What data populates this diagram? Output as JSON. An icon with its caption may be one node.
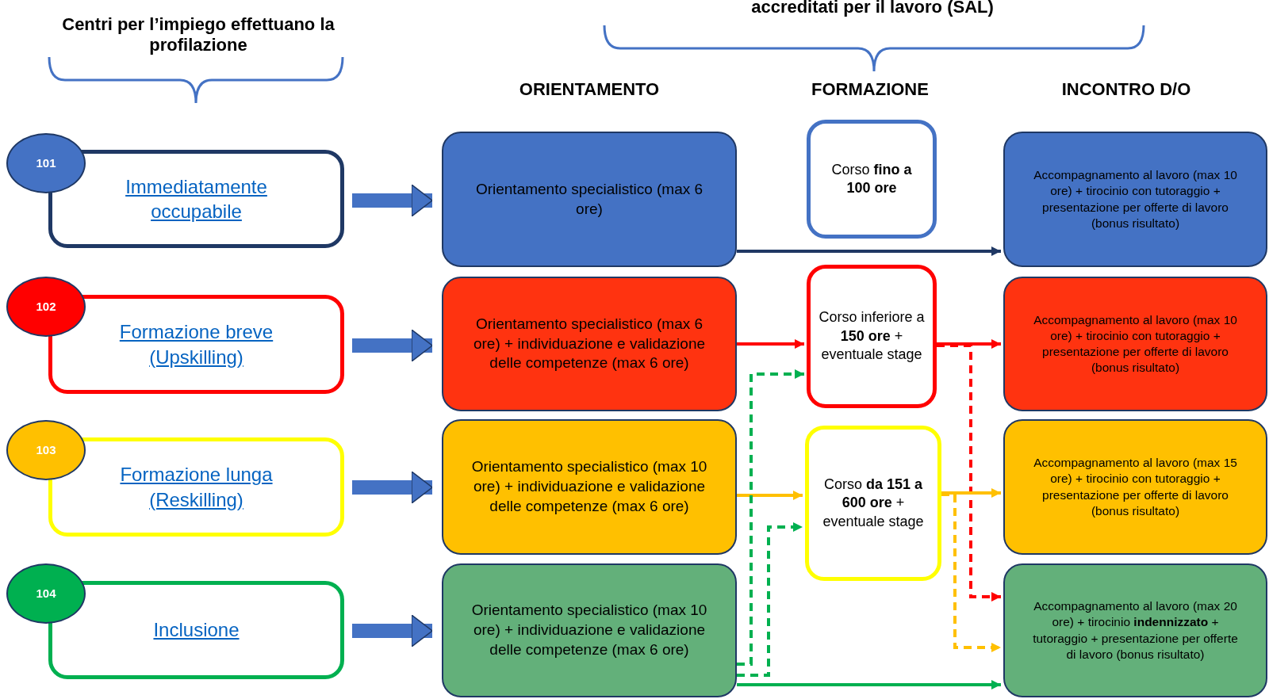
{
  "diagram": {
    "nodes": [
      {
        "text": [
          "101"
        ]
      },
      {
        "text": [
          "Immediatamente occupabile"
        ]
      },
      {
        "text": [
          "Orientamento specialistico (max 6 ore)"
        ]
      },
      {
        "text": [
          "Corso **fino a 100 ore**"
        ]
      },
      {
        "text": [
          "Accompagnamento al lavoro (max 10 ore) + tirocinio con tutoraggio + presentazione per offerte di lavoro (bonus risultato)"
        ]
      },
      {
        "text": [
          "102"
        ]
      },
      {
        "text": [
          "Formazione breve (Upskilling)"
        ]
      },
      {
        "text": [
          "Orientamento specialistico (max 6 ore) + individuazione e validazione delle competenze (max 6 ore)"
        ]
      },
      {
        "text": [
          "Corso inferiore a **150 ore** + eventuale stage"
        ]
      },
      {
        "text": [
          "Accompagnamento al lavoro (max 10 ore) + tirocinio con tutoraggio + presentazione per offerte di lavoro (bonus risultato)"
        ]
      },
      {
        "text": [
          "103"
        ]
      },
      {
        "text": [
          "Formazione lunga (Reskilling)"
        ]
      },
      {
        "text": [
          "Orientamento specialistico (max 10 ore) + individuazione e validazione delle competenze (max 6 ore)"
        ]
      },
      {
        "text": [
          "Corso **da 151 a 600 ore** + eventuale stage"
        ]
      },
      {
        "text": [
          "Accompagnamento al lavoro (max 15 ore) + tirocinio con tutoraggio + presentazione per offerte di lavoro (bonus risultato)"
        ]
      },
      {
        "text": [
          "104"
        ]
      },
      {
        "text": [
          "Inclusione"
        ]
      },
      {
        "text": [
          "Orientamento specialistico (max 10 ore) + individuazione e validazione delle competenze (max 6 ore)"
        ]
      },
      {
        "text": [
          "Accompagnamento al lavoro (max 20 ore) + tirocinio **indennizzato** + tutoraggio + presentazione per offerte di lavoro (bonus risultato)"
        ]
      }
    ],
    "edges": [
      {
        "from": 1,
        "to": 2,
        "arrow": "to",
        "style": "thick",
        "color": "#4472c4"
      },
      {
        "from": 2,
        "to": 4,
        "arrow": "to",
        "color": "#1f3864"
      },
      {
        "from": 6,
        "to": 7,
        "arrow": "to",
        "style": "thick",
        "color": "#4472c4"
      },
      {
        "from": 7,
        "to": 8,
        "arrow": "to",
        "color": "#ff0000"
      },
      {
        "from": 8,
        "to": 9,
        "arrow": "to",
        "color": "#ff0000"
      },
      {
        "from": 8,
        "to": 18,
        "arrow": "to",
        "style": "dashed",
        "color": "#ff0000"
      },
      {
        "from": 11,
        "to": 12,
        "arrow": "to",
        "style": "thick",
        "color": "#4472c4"
      },
      {
        "from": 12,
        "to": 13,
        "arrow": "to",
        "color": "#ffc000"
      },
      {
        "from": 13,
        "to": 14,
        "arrow": "to",
        "color": "#ffc000"
      },
      {
        "from": 13,
        "to": 18,
        "arrow": "to",
        "style": "dashed",
        "color": "#ffc000"
      },
      {
        "from": 16,
        "to": 17,
        "arrow": "to",
        "style": "thick",
        "color": "#4472c4"
      },
      {
        "from": 17,
        "to": 8,
        "arrow": "to",
        "style": "dashed",
        "color": "#00b050"
      },
      {
        "from": 17,
        "to": 13,
        "arrow": "to",
        "style": "dashed",
        "color": "#00b050"
      },
      {
        "from": 17,
        "to": 18,
        "arrow": "to",
        "color": "#00b050"
      }
    ],
    "labels": [
      "Centri per l’impiego effettuano la profilazione",
      "accreditati per il lavoro (SAL)",
      "ORIENTAMENTO",
      "FORMAZIONE",
      "INCONTRO D/O"
    ]
  }
}
